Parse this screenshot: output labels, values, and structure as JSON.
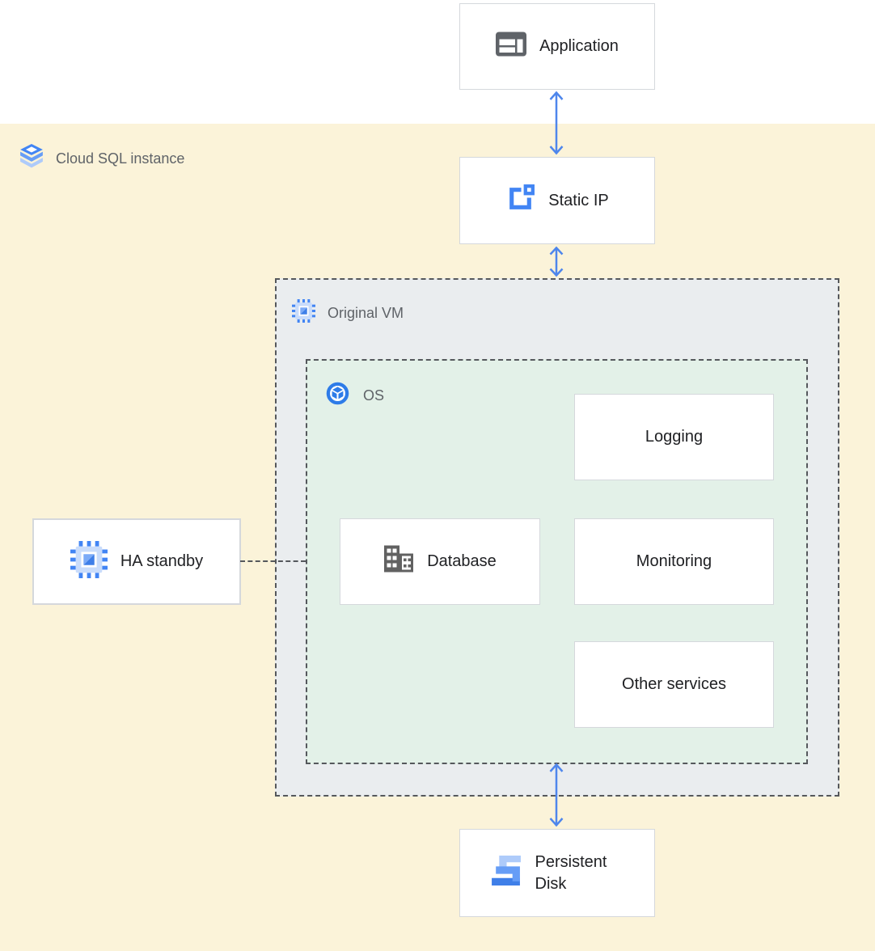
{
  "diagram": {
    "outer_zone": {
      "label": "Cloud SQL instance",
      "icon": "cloud-sql-icon",
      "bg_color": "#FBF3D9"
    },
    "containers": {
      "original_vm": {
        "label": "Original VM",
        "icon": "compute-engine-chip-icon",
        "bg_color": "#EAEDEF",
        "border_style": "dashed"
      },
      "os": {
        "label": "OS",
        "icon": "os-icon",
        "bg_color": "#E3F1E8",
        "border_style": "dashed"
      }
    },
    "nodes": {
      "application": {
        "label": "Application",
        "icon": "application-window-icon"
      },
      "static_ip": {
        "label": "Static IP",
        "icon": "static-ip-icon"
      },
      "ha_standby": {
        "label": "HA standby",
        "icon": "compute-engine-chip-icon"
      },
      "database": {
        "label": "Database",
        "icon": "database-building-icon"
      },
      "logging": {
        "label": "Logging"
      },
      "monitoring": {
        "label": "Monitoring"
      },
      "other_services": {
        "label": "Other services"
      },
      "persistent_disk": {
        "label": "Persistent Disk",
        "icon": "persistent-disk-icon"
      }
    },
    "connectors": [
      {
        "name": "application-to-static-ip",
        "type": "double-headed-arrow",
        "color": "#4E86EC"
      },
      {
        "name": "static-ip-to-original-vm",
        "type": "double-headed-arrow",
        "color": "#4E86EC"
      },
      {
        "name": "os-to-persistent-disk",
        "type": "double-headed-arrow",
        "color": "#4E86EC"
      },
      {
        "name": "ha-standby-to-original-vm",
        "type": "dashed-line",
        "color": "#55585C"
      }
    ],
    "colors": {
      "accent_blue": "#4285F4",
      "light_blue": "#AECBFA",
      "medium_blue": "#669DF6",
      "arrow_blue": "#4E86EC",
      "node_border": "#D5D8DC",
      "dashed_border": "#55585C",
      "container_label_gray": "#5F6368",
      "node_text_dark": "#202124",
      "icon_gray": "#5F6368"
    }
  }
}
